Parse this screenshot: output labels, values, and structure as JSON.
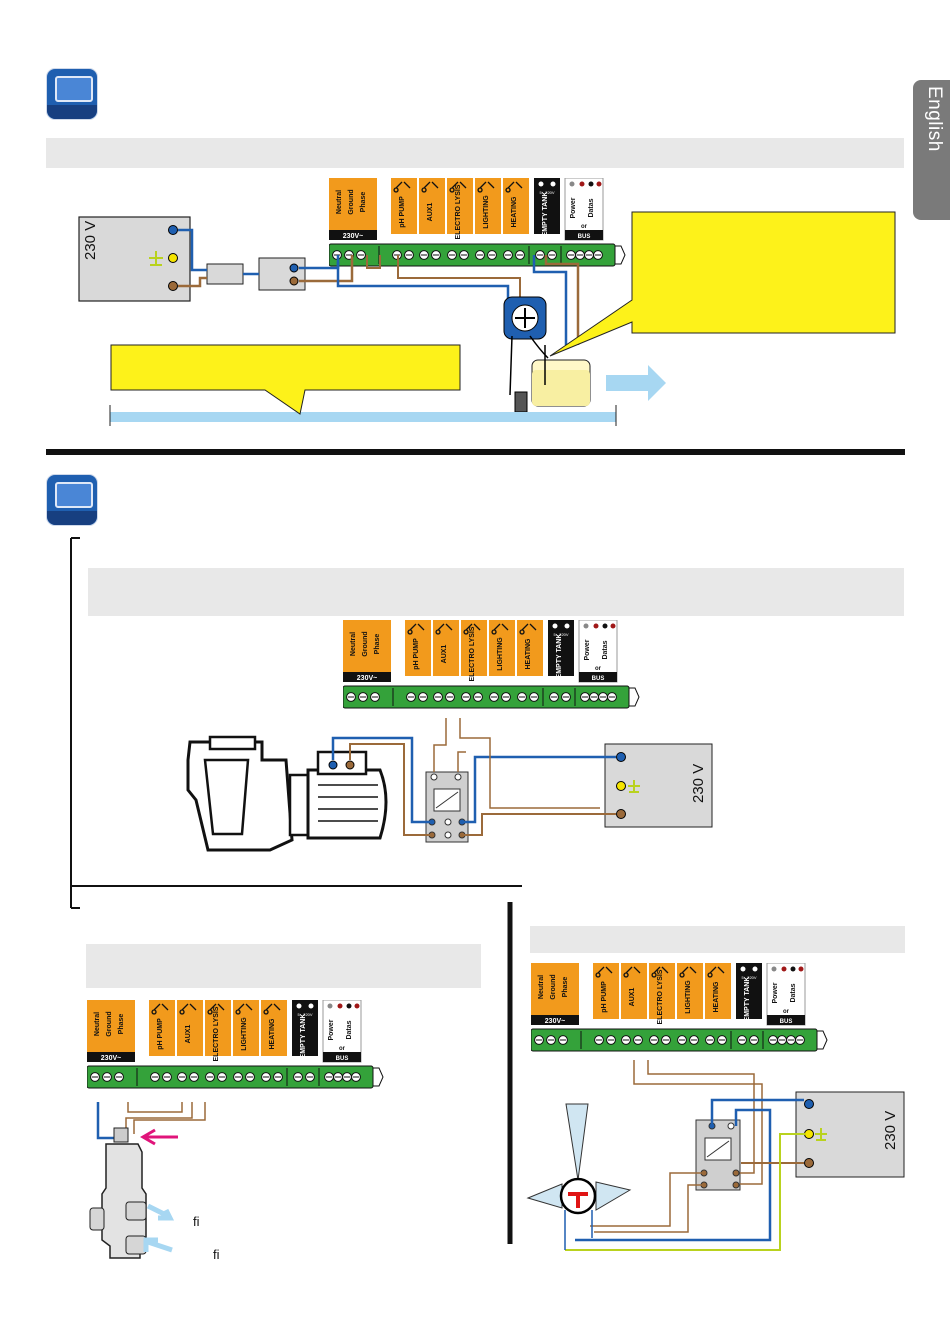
{
  "language_tab": "English",
  "terminal_labels": {
    "neutral": "Neutral",
    "ground": "Ground",
    "phase": "Phase",
    "supply": "230V~",
    "ph_pump": "pH PUMP",
    "aux1": "AUX1",
    "electrolysis": "ELECTRO LYSIS",
    "lighting": "LIGHTING",
    "heating": "HEATING",
    "empty_tank": "EMPTY TANK",
    "empty_tank_voltage": "5 - 220V",
    "power": "Power",
    "datas": "Datas",
    "or": "or",
    "bus": "BUS"
  },
  "voltage_label": "230 V",
  "flow_marks": [
    "ﬁ",
    "ﬁ"
  ],
  "colors": {
    "terminal_green": "#34a23a",
    "orange": "#f29a1c",
    "wire_blue": "#1f5fb0",
    "wire_brown": "#9b6a3a",
    "wire_green_yellow": "#b9d21e",
    "callout_yellow": "#fdf21a",
    "water": "#a7d7f2",
    "relay_grey": "#cfcfcf",
    "pink_arrow": "#e0147a"
  }
}
